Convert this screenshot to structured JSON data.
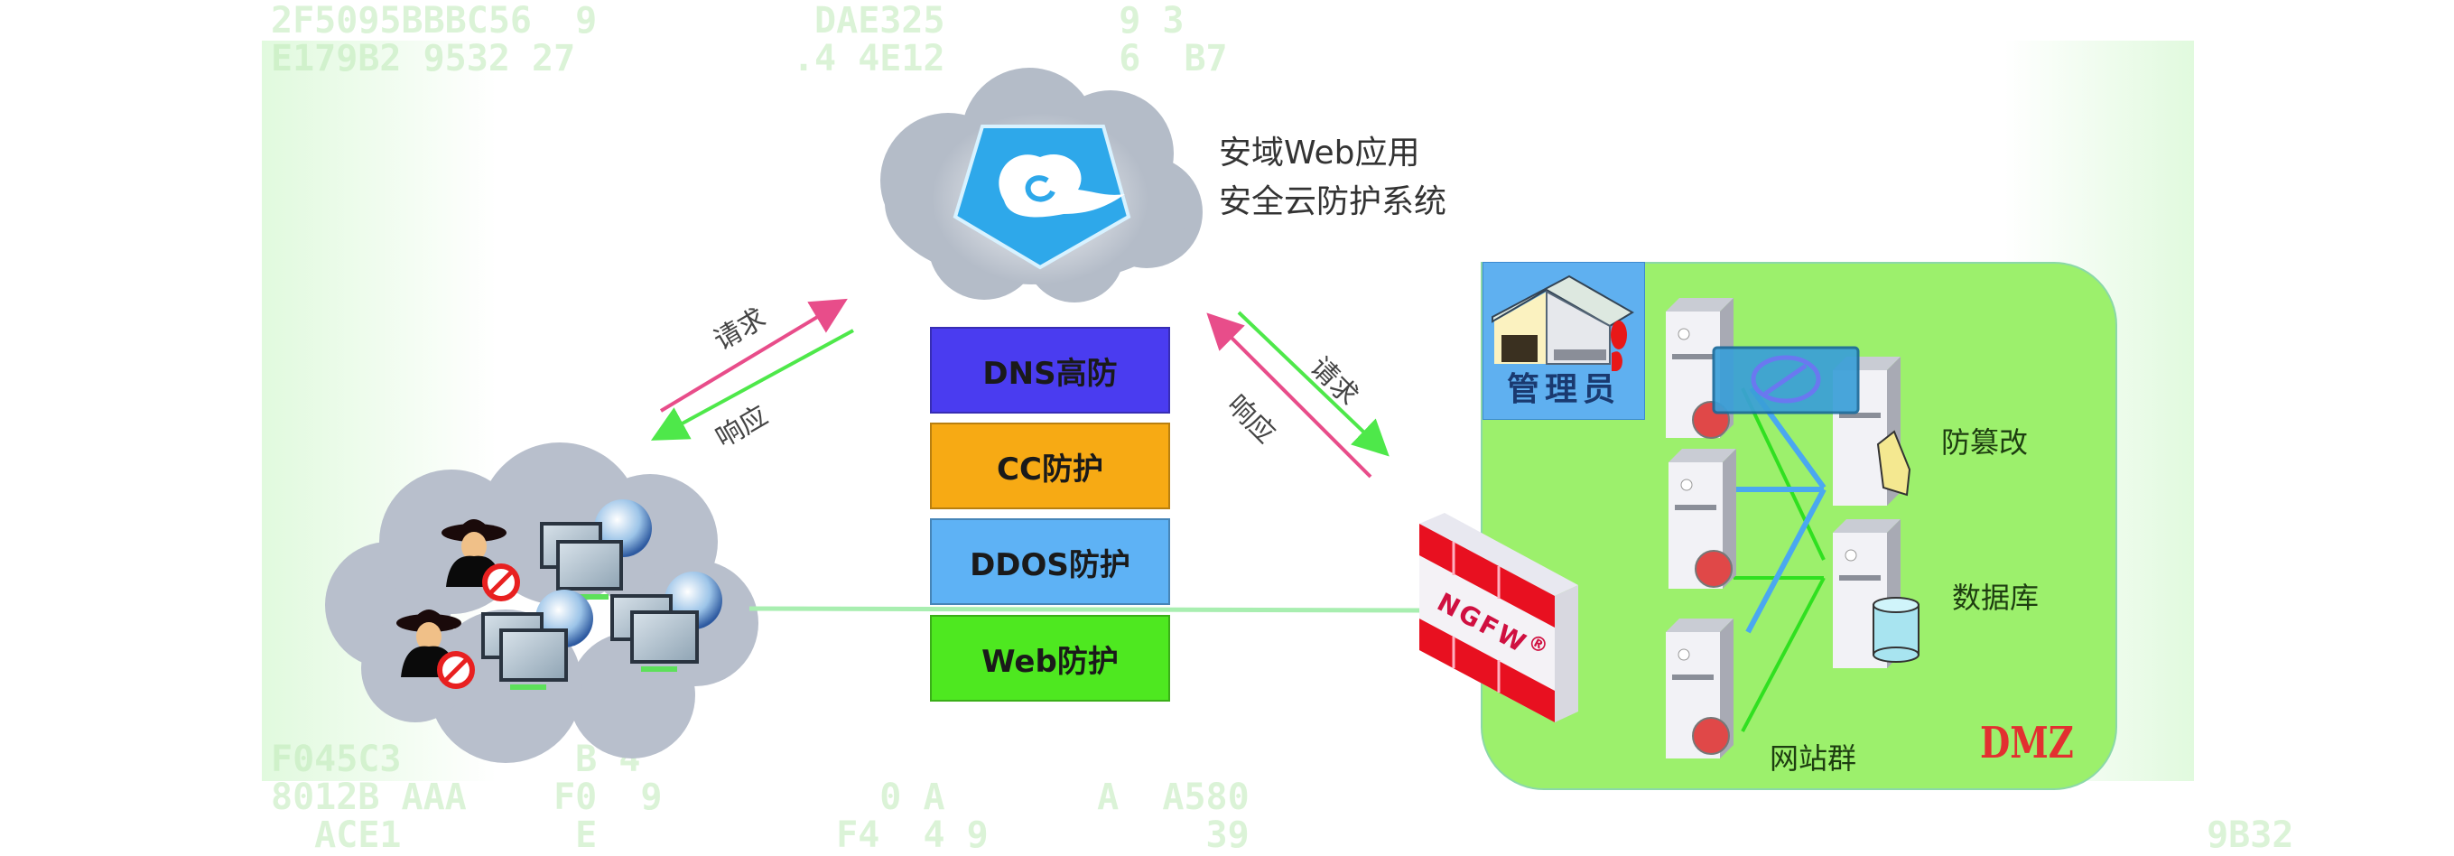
{
  "cloud_service": {
    "title_line1": "安域Web应用",
    "title_line2": "安全云防护系统",
    "icon": "cloud-shield-icon"
  },
  "protection_layers": [
    {
      "label": "DNS高防",
      "color": "#4a3cf0"
    },
    {
      "label": "CC防护",
      "color": "#f7aa14"
    },
    {
      "label": "DDOS防护",
      "color": "#5eb2f5"
    },
    {
      "label": "Web防护",
      "color": "#4ee820"
    }
  ],
  "flows": {
    "left": {
      "request": "请求",
      "response": "响应"
    },
    "right": {
      "request": "请求",
      "response": "响应"
    }
  },
  "colors": {
    "request_arrow": "#e84d8a",
    "response_arrow": "#4ee84a",
    "dmz_fill": "#9cf06c",
    "admin_fill": "#5fb0f0",
    "firewall_red": "#e81020",
    "link_blue": "#4aa8f0",
    "link_green": "#30e020"
  },
  "client_side": {
    "icons": [
      "hacker-icon",
      "hacker-icon",
      "computer-group-icon",
      "computer-group-icon",
      "computer-group-icon"
    ]
  },
  "firewall": {
    "label": "NGFW",
    "mark": "®"
  },
  "dmz": {
    "tag": "DMZ",
    "admin_label": "管理员",
    "tamper_label": "防篡改",
    "database_label": "数据库",
    "website_cluster_label": "网站群"
  },
  "background_watermark": [
    "2F5095BBBC56  9          DAE325        9 3",
    "E179B2 9532 27          .4 4E12        6  B7",
    "8012B AAA    F0  9          0 A       A  A580",
    "  ACE1        E           F4  4 9          39",
    "F045C3        B 4              ",
    " 9B32"
  ]
}
